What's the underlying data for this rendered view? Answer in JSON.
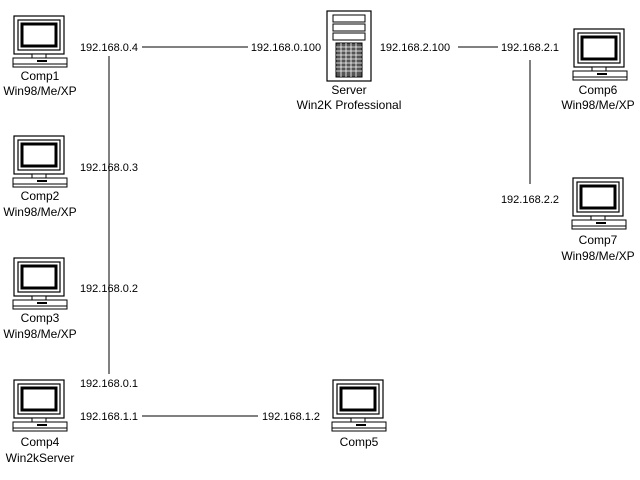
{
  "diagram": {
    "nodes": [
      {
        "id": "comp1",
        "type": "computer",
        "name": "Comp1",
        "os": "Win98/Me/XP"
      },
      {
        "id": "comp2",
        "type": "computer",
        "name": "Comp2",
        "os": "Win98/Me/XP"
      },
      {
        "id": "comp3",
        "type": "computer",
        "name": "Comp3",
        "os": "Win98/Me/XP"
      },
      {
        "id": "comp4",
        "type": "computer",
        "name": "Comp4",
        "os": "Win2kServer"
      },
      {
        "id": "comp5",
        "type": "computer",
        "name": "Comp5",
        "os": ""
      },
      {
        "id": "server",
        "type": "server",
        "name": "Server",
        "os": "Win2K Professional"
      },
      {
        "id": "comp6",
        "type": "computer",
        "name": "Comp6",
        "os": "Win98/Me/XP"
      },
      {
        "id": "comp7",
        "type": "computer",
        "name": "Comp7",
        "os": "Win98/Me/XP"
      }
    ],
    "ip_labels": {
      "comp1": "192.168.0.4",
      "comp2": "192.168.0.3",
      "comp3": "192.168.0.2",
      "comp4_a": "192.168.0.1",
      "comp4_b": "192.168.1.1",
      "comp5": "192.168.1.2",
      "server_left": "192.168.0.100",
      "server_right": "192.168.2.100",
      "comp6": "192.168.2.1",
      "comp7": "192.168.2.2"
    },
    "links": [
      {
        "from": "comp1",
        "to": "server",
        "from_ip": "192.168.0.4",
        "to_ip": "192.168.0.100"
      },
      {
        "from": "server",
        "to": "comp6",
        "from_ip": "192.168.2.100",
        "to_ip": "192.168.2.1"
      },
      {
        "from": "comp6",
        "to": "comp7",
        "from_ip": "192.168.2.1",
        "to_ip": "192.168.2.2"
      },
      {
        "from": "comp1",
        "to": "comp4",
        "from_ip": "192.168.0.4",
        "to_ip": "192.168.0.1"
      },
      {
        "from": "comp4",
        "to": "comp5",
        "from_ip": "192.168.1.1",
        "to_ip": "192.168.1.2"
      }
    ]
  }
}
